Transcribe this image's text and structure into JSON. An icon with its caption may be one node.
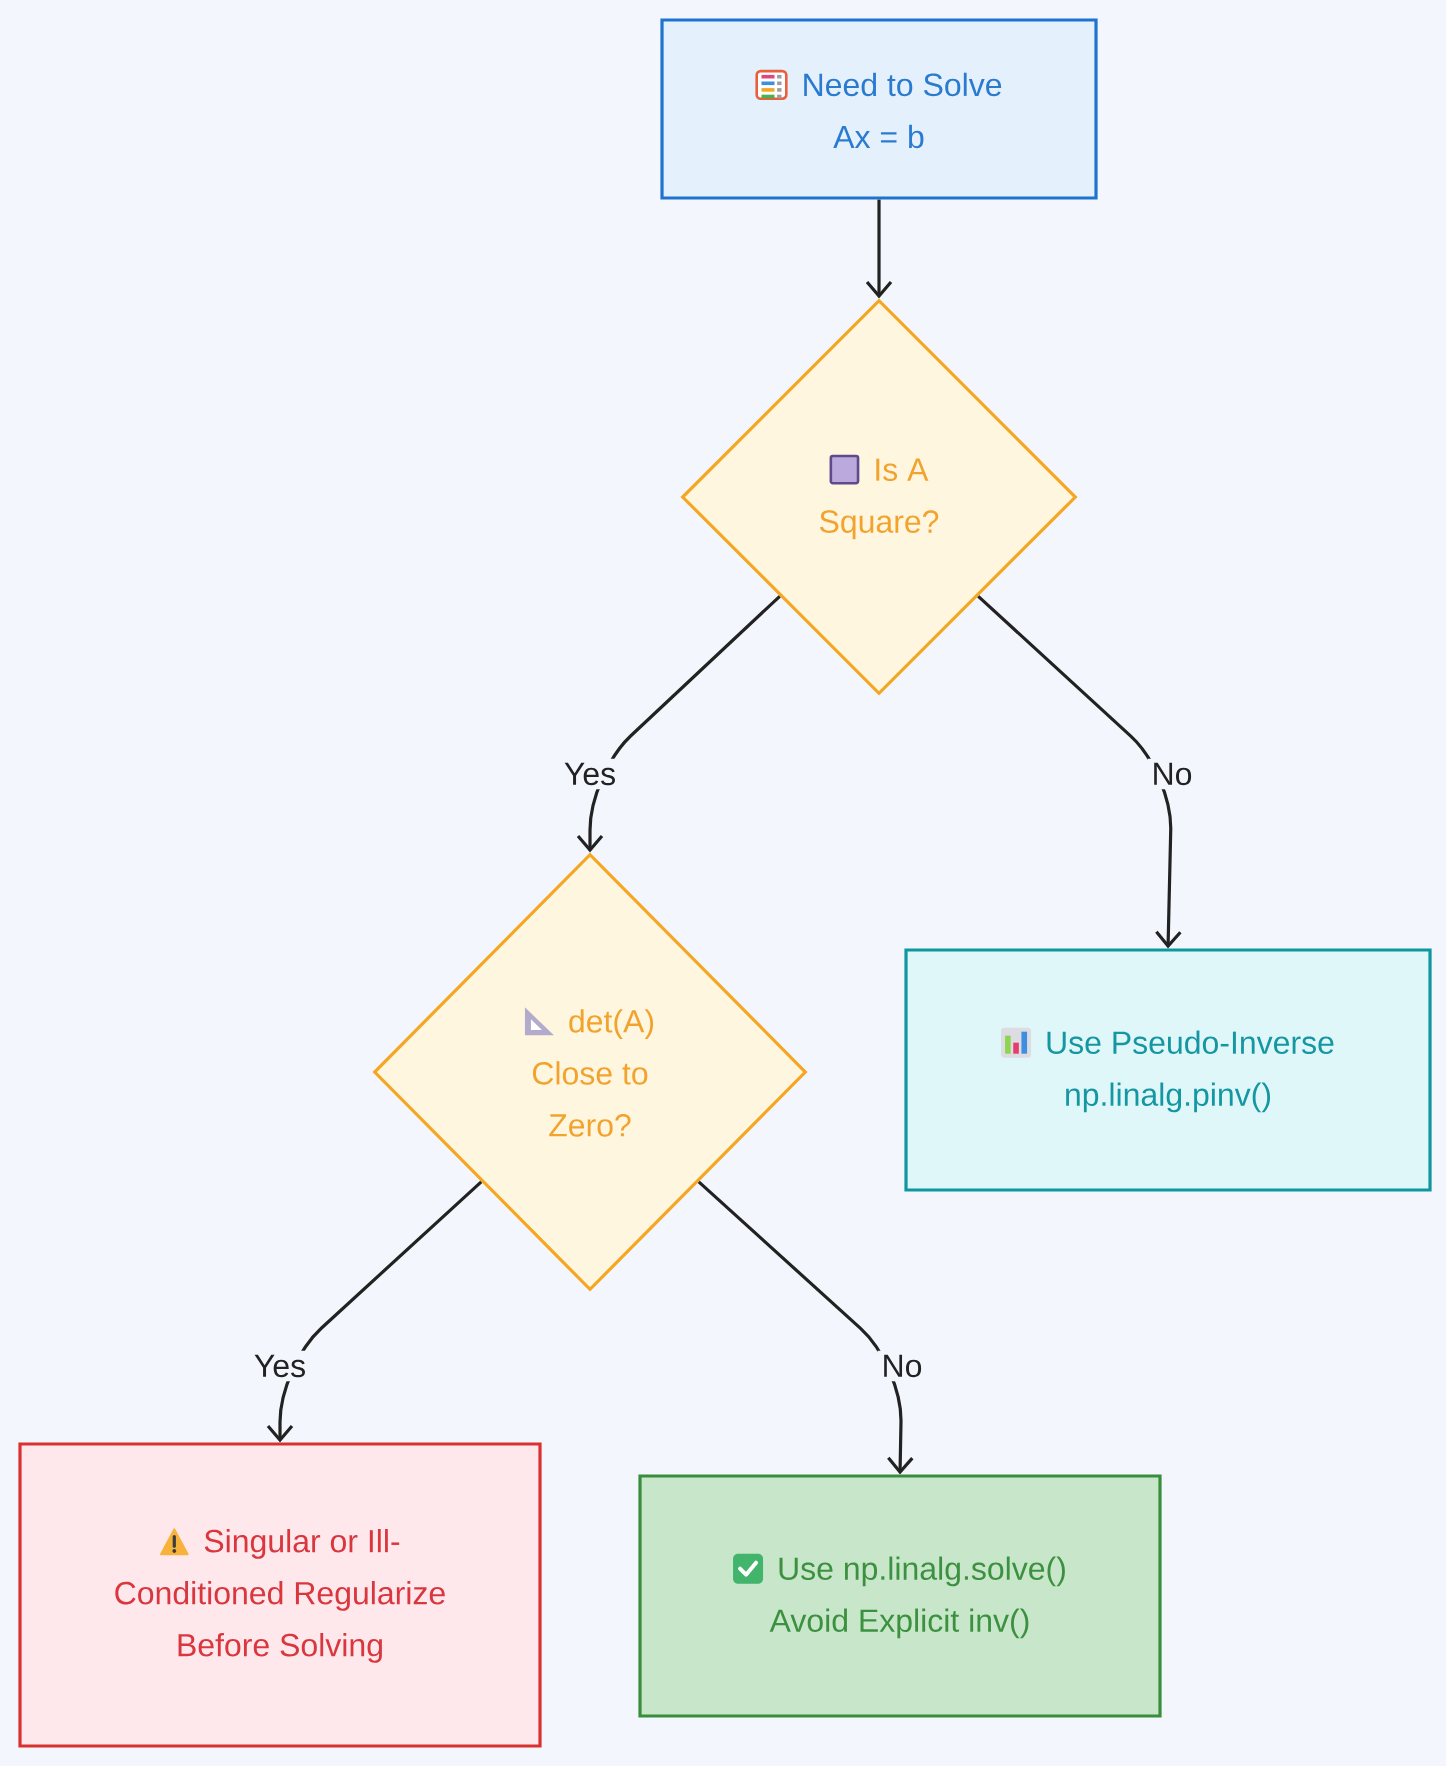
{
  "diagram": {
    "nodes": [
      {
        "text": [
          "Need to Solve Ax = b"
        ]
      },
      {
        "text": [
          "Is A Square?"
        ]
      },
      {
        "text": [
          "det(A) Close to Zero?"
        ]
      },
      {
        "text": [
          "Use Pseudo-Inverse np.linalg.pinv()"
        ]
      },
      {
        "text": [
          "Singular or Ill-Conditioned Regularize Before Solving"
        ]
      },
      {
        "text": [
          "Use np.linalg.solve() Avoid Explicit inv()"
        ]
      }
    ],
    "edges": [
      {
        "from": 0,
        "to": 1,
        "arrow": "to"
      },
      {
        "from": 1,
        "to": 2,
        "label": "Yes",
        "arrow": "to"
      },
      {
        "from": 1,
        "to": 3,
        "label": "No",
        "arrow": "to"
      },
      {
        "from": 2,
        "to": 4,
        "label": "Yes",
        "arrow": "to"
      },
      {
        "from": 2,
        "to": 5,
        "label": "No",
        "arrow": "to"
      }
    ]
  }
}
